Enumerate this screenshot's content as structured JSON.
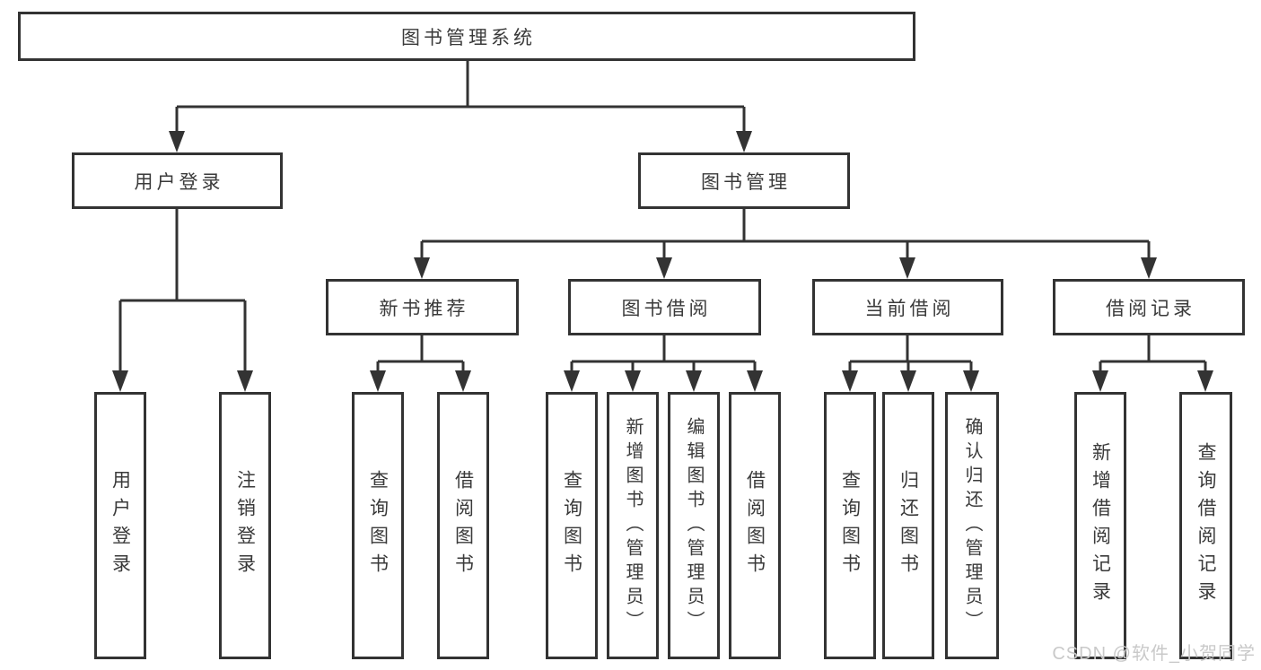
{
  "page": {
    "background": "#ffffff",
    "line_color": "#333333",
    "text_color": "#3a3a3a"
  },
  "diagram": {
    "root": {
      "label": "图书管理系统"
    },
    "level2": [
      {
        "label": "用户登录"
      },
      {
        "label": "图书管理"
      }
    ],
    "level3": [
      {
        "label": "新书推荐"
      },
      {
        "label": "图书借阅"
      },
      {
        "label": "当前借阅"
      },
      {
        "label": "借阅记录"
      }
    ],
    "leaves": {
      "user_login": [
        "用户登录",
        "注销登录"
      ],
      "new_book": [
        "查询图书",
        "借阅图书"
      ],
      "borrow": [
        "查询图书",
        "新增图书（管理员）",
        "编辑图书（管理员）",
        "借阅图书"
      ],
      "current": [
        "查询图书",
        "归还图书",
        "确认归还（管理员）"
      ],
      "records": [
        "新增借阅记录",
        "查询借阅记录"
      ]
    }
  },
  "watermark": {
    "text": "CSDN @软件_小贺同学",
    "color": "#c9c9c9"
  }
}
